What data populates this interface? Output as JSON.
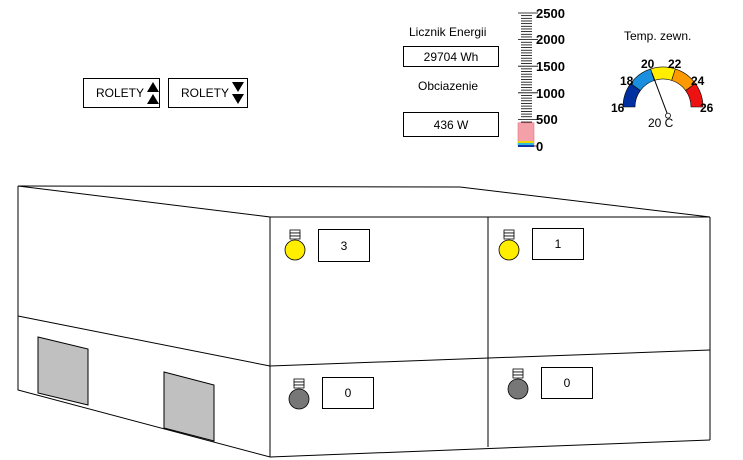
{
  "blinds": {
    "up_label": "ROLETY",
    "down_label": "ROLETY"
  },
  "energy": {
    "title": "Licznik Energii",
    "meter_value": "29704 Wh",
    "load_title": "Obciazenie",
    "load_value": "436 W",
    "load_watts": 436,
    "scale_max": 2500,
    "scale_labels": [
      "2500",
      "2000",
      "1500",
      "1000",
      "500",
      "0"
    ]
  },
  "temperature": {
    "title": "Temp. zewn.",
    "value_text": "20 C",
    "value": 20,
    "ticks": [
      "16",
      "18",
      "20",
      "22",
      "24",
      "26"
    ],
    "colors": [
      "#0030a0",
      "#1a8fe0",
      "#ffee00",
      "#ff9900",
      "#ee1111"
    ]
  },
  "rooms": [
    {
      "count": "3",
      "light_on": true
    },
    {
      "count": "1",
      "light_on": true
    },
    {
      "count": "0",
      "light_on": false
    },
    {
      "count": "0",
      "light_on": false
    }
  ],
  "colors": {
    "bulb_on": "#ffee00",
    "bulb_off": "#777777",
    "door": "#c0c0c0"
  }
}
